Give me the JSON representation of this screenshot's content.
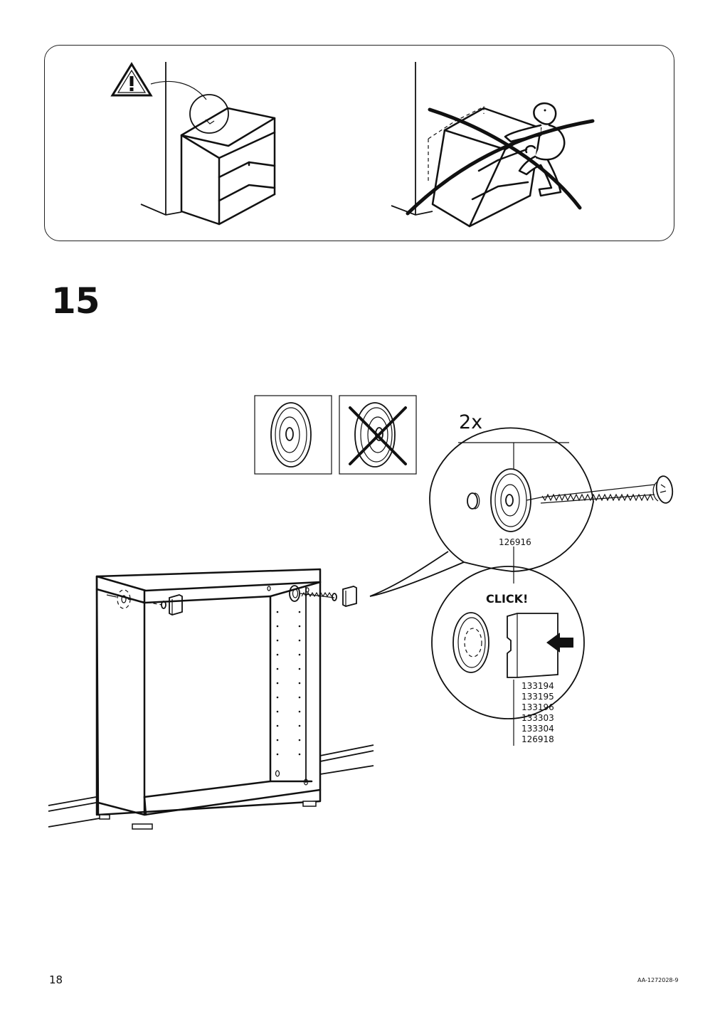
{
  "page": {
    "step_number": "15",
    "page_number": "18",
    "document_code": "AA-1272028-9"
  },
  "step": {
    "quantity_label": "2x",
    "click_label": "CLICK!",
    "screw_part_number": "126916",
    "bumper_part_numbers": [
      "133194",
      "133195",
      "133196",
      "133303",
      "133304",
      "126918"
    ]
  },
  "icons": {
    "warning": "warning-triangle-icon",
    "cross": "cross-out-icon",
    "arrow": "push-arrow-icon"
  }
}
